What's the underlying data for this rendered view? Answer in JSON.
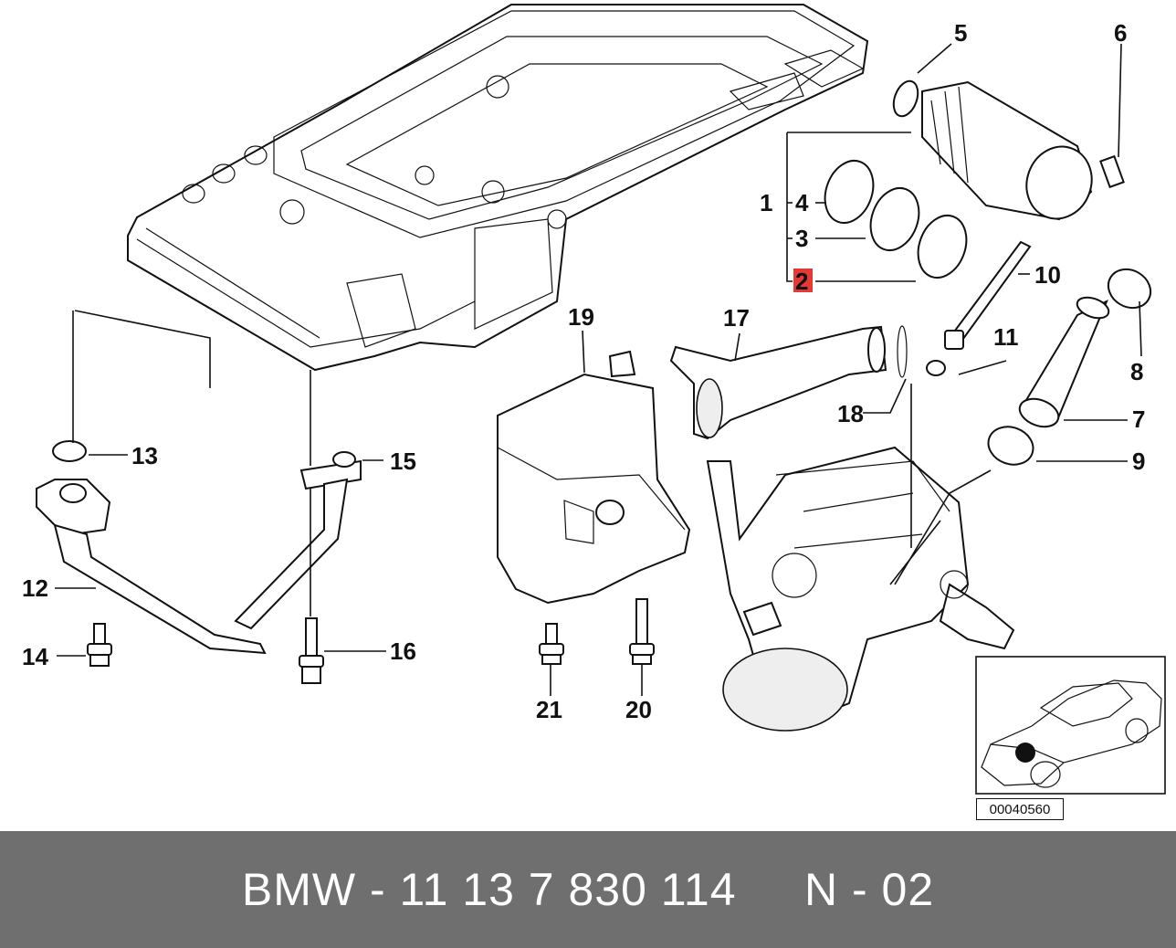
{
  "diagram": {
    "callouts": [
      "1",
      "2",
      "3",
      "4",
      "5",
      "6",
      "7",
      "8",
      "9",
      "10",
      "11",
      "12",
      "13",
      "14",
      "15",
      "16",
      "17",
      "18",
      "19",
      "20",
      "21"
    ],
    "highlighted_callout": "2",
    "highlight_color": "#e53935",
    "document_code": "00040560",
    "locator_inset": "car-locator-image"
  },
  "footer": {
    "background": "#6f6f6f",
    "text": "BMW - 11 13 7 830 114     N - 02"
  }
}
